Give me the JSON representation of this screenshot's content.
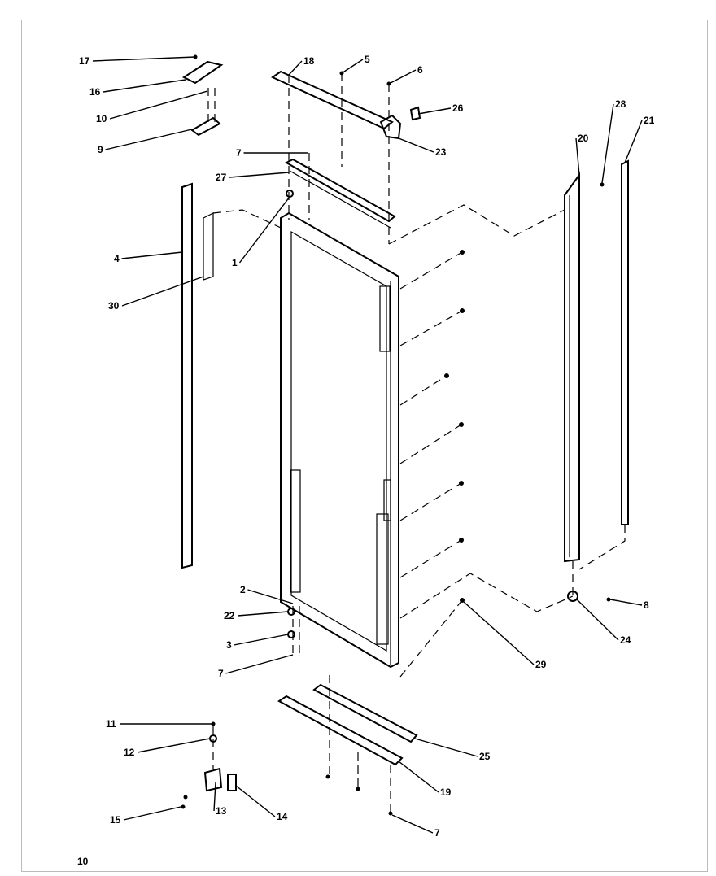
{
  "diagram": {
    "callouts": [
      "17",
      "16",
      "10",
      "9",
      "18",
      "5",
      "6",
      "26",
      "23",
      "7",
      "27",
      "1",
      "4",
      "30",
      "28",
      "20",
      "21",
      "2",
      "22",
      "3",
      "7",
      "29",
      "24",
      "8",
      "11",
      "12",
      "15",
      "13",
      "14",
      "25",
      "19",
      "7"
    ],
    "page_number": "10"
  }
}
